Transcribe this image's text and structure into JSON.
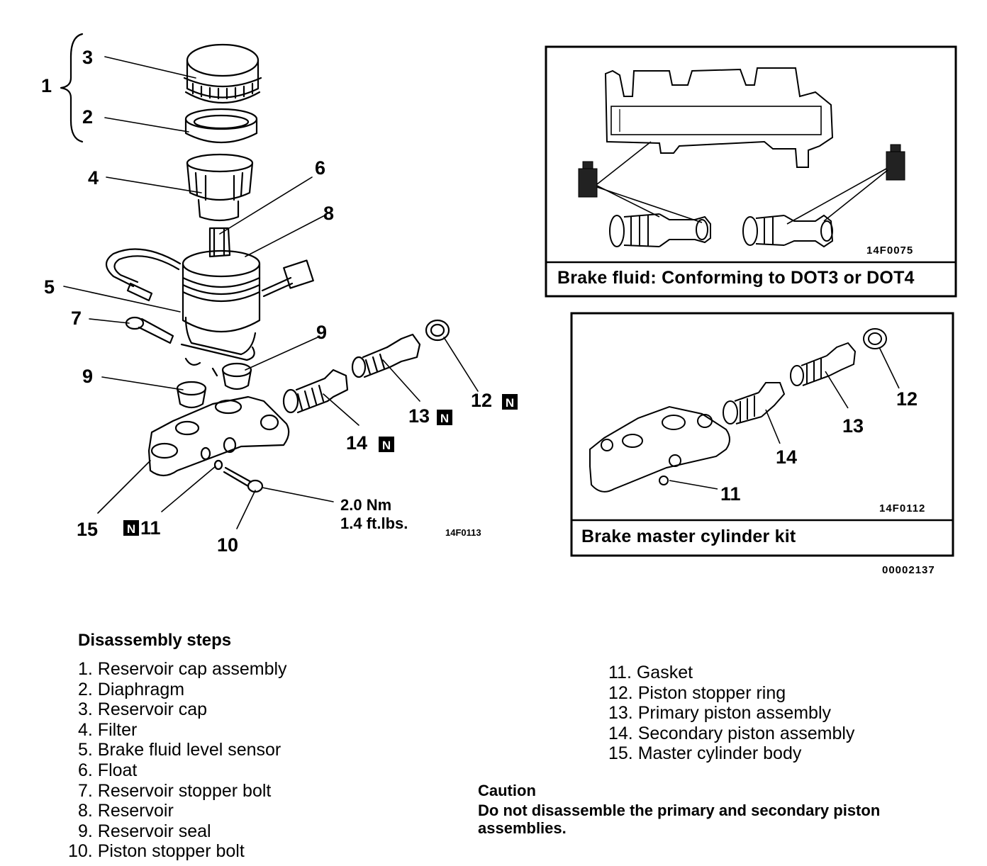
{
  "diagram": {
    "labels": {
      "l1": "1",
      "l2": "2",
      "l3": "3",
      "l4": "4",
      "l5": "5",
      "l6": "6",
      "l7": "7",
      "l8": "8",
      "l9a": "9",
      "l9b": "9",
      "l10": "10",
      "l11": "11",
      "l12": "12",
      "l13": "13",
      "l14": "14",
      "l15": "15"
    },
    "new_part_mark": "N",
    "torque_nm": "2.0 Nm",
    "torque_ftlbs": "1.4 ft.lbs.",
    "main_code": "14F0113"
  },
  "fluid_box": {
    "code": "14F0075",
    "caption": "Brake fluid: Conforming to DOT3 or DOT4"
  },
  "kit_box": {
    "labels": {
      "k11": "11",
      "k12": "12",
      "k13": "13",
      "k14": "14"
    },
    "code": "14F0112",
    "caption": "Brake master cylinder kit"
  },
  "figure_number": "00002137",
  "disassembly": {
    "title": "Disassembly steps",
    "steps_left": [
      "1. Reservoir cap assembly",
      "2. Diaphragm",
      "3. Reservoir cap",
      "4. Filter",
      "5. Brake fluid level sensor",
      "6. Float",
      "7. Reservoir stopper bolt",
      "8. Reservoir",
      "9. Reservoir seal",
      "10. Piston stopper bolt"
    ],
    "steps_right": [
      "11. Gasket",
      "12. Piston stopper ring",
      "13. Primary piston assembly",
      "14. Secondary piston assembly",
      "15. Master cylinder body"
    ]
  },
  "caution": {
    "title": "Caution",
    "text": "Do not disassemble the primary and secondary piston assemblies."
  }
}
